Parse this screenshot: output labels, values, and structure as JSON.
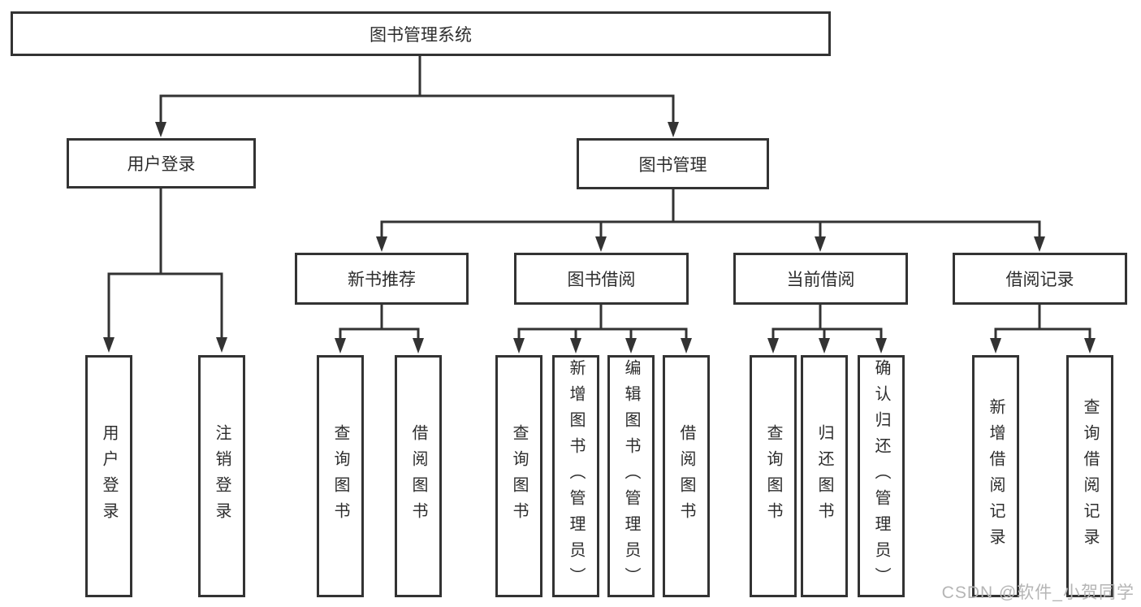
{
  "diagram": {
    "root": "图书管理系统",
    "level2": {
      "user_login": "用户登录",
      "book_management": "图书管理"
    },
    "level3": {
      "new_book_recommend": "新书推荐",
      "book_borrowing": "图书借阅",
      "current_borrowing": "当前借阅",
      "borrowing_records": "借阅记录"
    },
    "leaves": {
      "user_login": "用户登录",
      "logout_login": "注销登录",
      "query_books_recommend": "查询图书",
      "borrow_books_recommend": "借阅图书",
      "query_books_borrowing": "查询图书",
      "add_books_admin": "新增图书（管理员）",
      "edit_books_admin": "编辑图书（管理员）",
      "borrow_books_borrowing": "借阅图书",
      "query_books_current": "查询图书",
      "return_books": "归还图书",
      "confirm_return_admin": "确认归还（管理员）",
      "add_borrow_record": "新增借阅记录",
      "query_borrow_record": "查询借阅记录"
    }
  },
  "watermark": "CSDN @软件_小贺同学",
  "colors": {
    "line": "#333333",
    "text": "#2d2d2d",
    "watermark": "#b5b5b5",
    "background": "#ffffff"
  }
}
